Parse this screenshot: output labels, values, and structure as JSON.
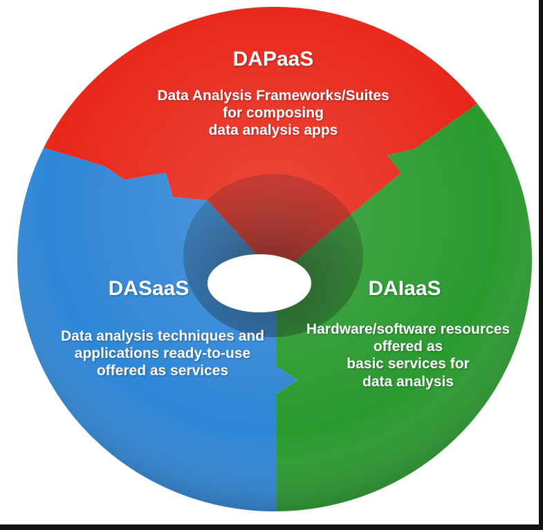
{
  "segments": [
    {
      "id": "dapaas",
      "title": "DAPaaS",
      "lines": [
        "Data Analysis Frameworks/Suites",
        "for composing",
        "data analysis apps"
      ],
      "color": "#e8271a"
    },
    {
      "id": "dasaas",
      "title": "DASaaS",
      "lines": [
        "Data analysis techniques and",
        "applications ready-to-use",
        "offered as services"
      ],
      "color": "#2f86d6"
    },
    {
      "id": "daiaas",
      "title": "DAIaaS",
      "lines": [
        "Hardware/software resources",
        "offered as",
        "basic services for",
        "data analysis"
      ],
      "color": "#2a9a2f"
    }
  ]
}
